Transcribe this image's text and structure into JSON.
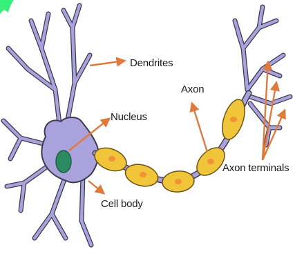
{
  "labels": {
    "dendrites": "Dendrites",
    "nucleus": "Nucleus",
    "axon": "Axon",
    "axon_terminals": "Axon terminals",
    "cell_body": "Cell body"
  },
  "colors": {
    "cell_body": "#a9a2dd",
    "cell_outline": "#3d3a4e",
    "nucleus": "#2c8a62",
    "myelin": "#f0c53a",
    "myelin_outline": "#6b5316",
    "node": "#f08a35",
    "arrow": "#e07a3a",
    "corner_accent": "#35f07a"
  },
  "icons": {
    "neuron": "neuron-diagram",
    "arrow": "arrow-icon"
  }
}
